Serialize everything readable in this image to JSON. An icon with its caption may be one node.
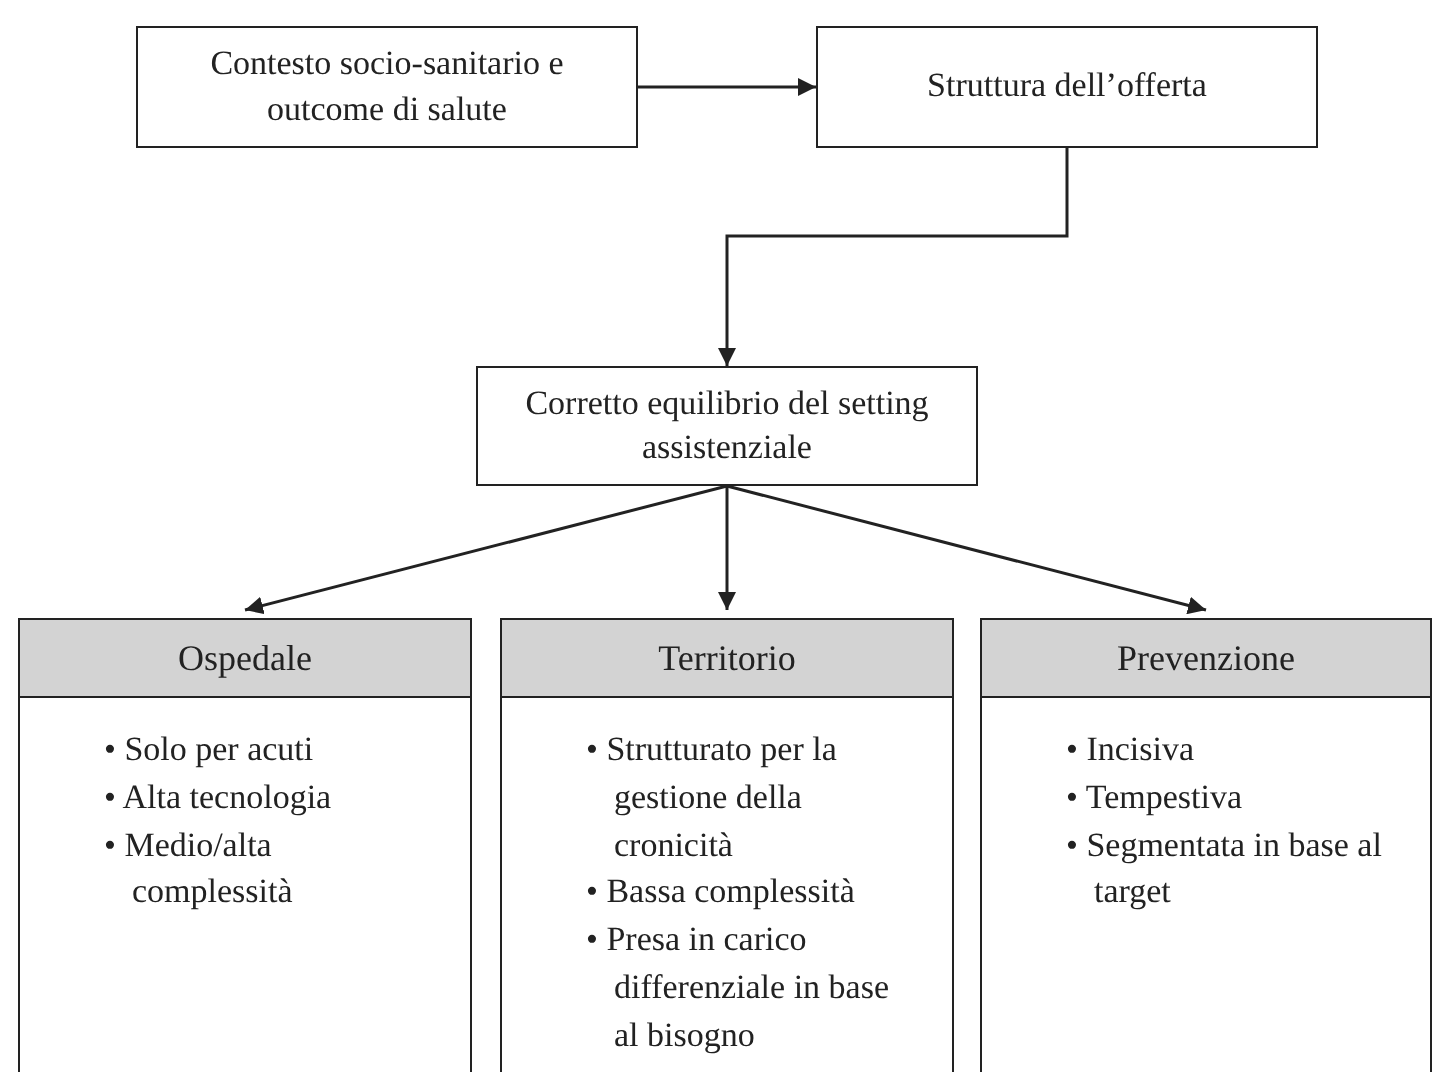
{
  "diagram": {
    "nodes": [
      {
        "text": [
          "Contesto socio-sanitario e outcome di salute"
        ]
      },
      {
        "text": [
          "Struttura dell’offerta"
        ]
      },
      {
        "text": [
          "Corretto equilibrio del setting assistenziale"
        ]
      },
      {
        "text": [
          "Ospedale",
          "• Solo per acuti",
          "• Alta tecnologia",
          "• Medio/alta complessità"
        ]
      },
      {
        "text": [
          "Territorio",
          "• Strutturato per la gestione della cronicità",
          "• Bassa complessità",
          "• Presa in carico differenziale in base al bisogno"
        ]
      },
      {
        "text": [
          "Prevenzione",
          "• Incisiva",
          "• Tempestiva",
          "• Segmentata in base al target"
        ]
      }
    ],
    "edges": [
      {
        "from": 0,
        "to": 1,
        "arrow": "to"
      },
      {
        "from": 1,
        "to": 2,
        "arrow": "to"
      },
      {
        "from": 2,
        "to": 3,
        "arrow": "to"
      },
      {
        "from": 2,
        "to": 4,
        "arrow": "to"
      },
      {
        "from": 2,
        "to": 5,
        "arrow": "to"
      }
    ]
  }
}
